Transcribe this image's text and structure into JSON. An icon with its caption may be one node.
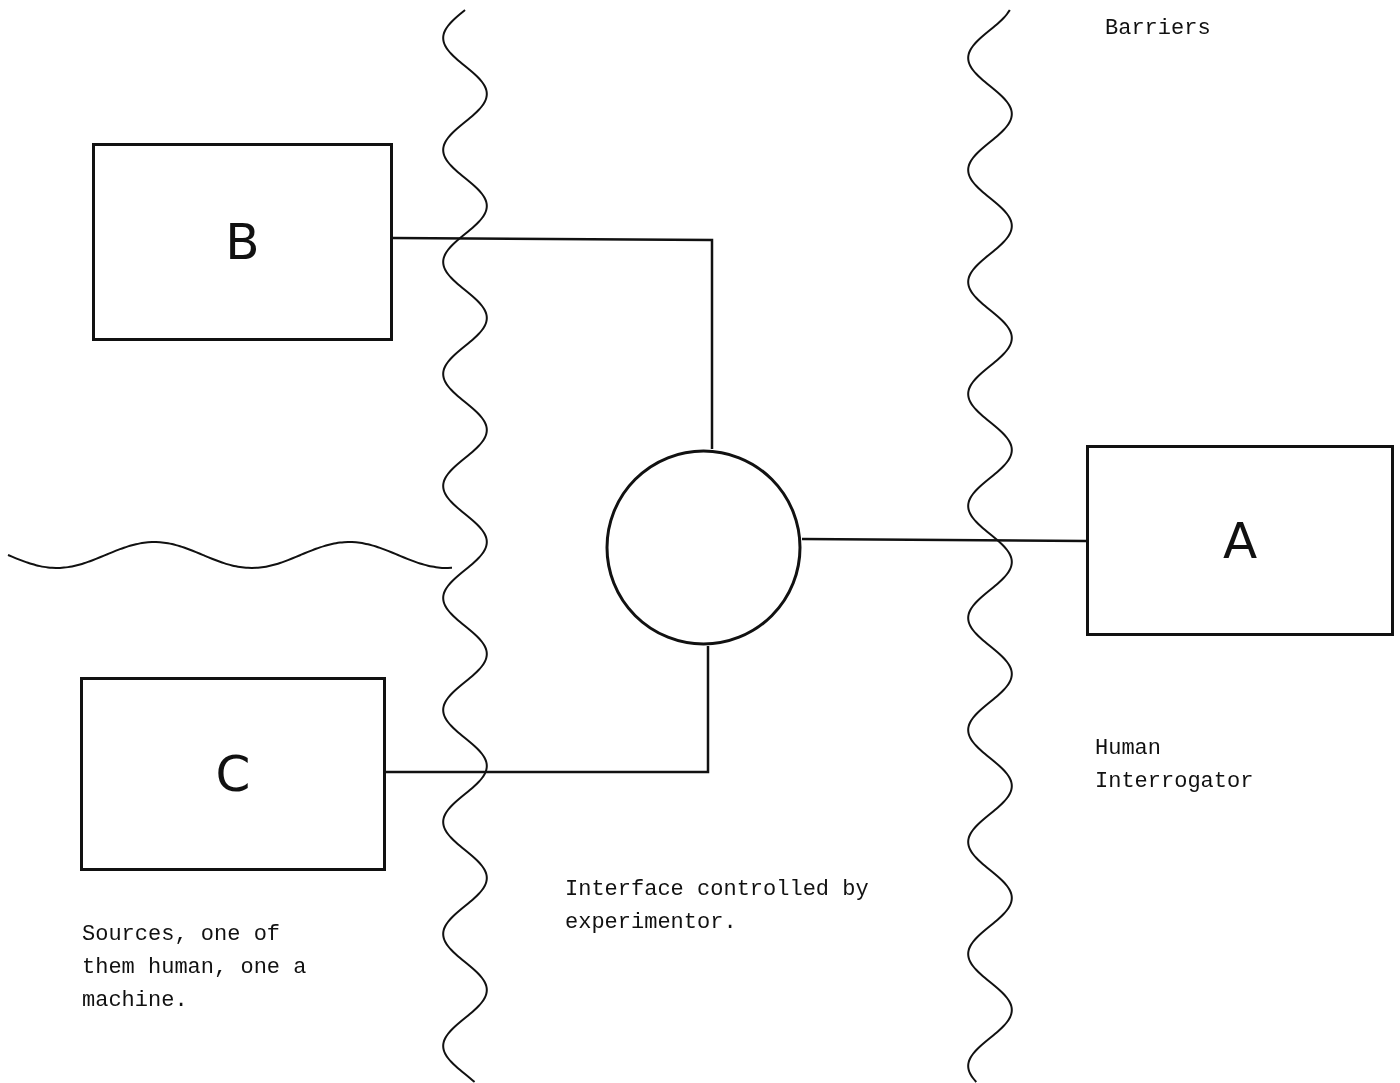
{
  "diagram": {
    "nodes": [
      {
        "text": [
          "B"
        ]
      },
      {
        "text": [],
        "shape": "circle"
      },
      {
        "text": [
          "A"
        ]
      },
      {
        "text": [
          "C"
        ]
      }
    ],
    "edges": [
      {
        "from": 0,
        "to": 1,
        "arrow": "none"
      },
      {
        "from": 3,
        "to": 1,
        "arrow": "none"
      },
      {
        "from": 1,
        "to": 2,
        "arrow": "none"
      }
    ],
    "labels": [
      "Barriers",
      "Human Interrogator",
      "Interface controlled by experimentor.",
      "Sources, one of them human, one a machine."
    ]
  }
}
